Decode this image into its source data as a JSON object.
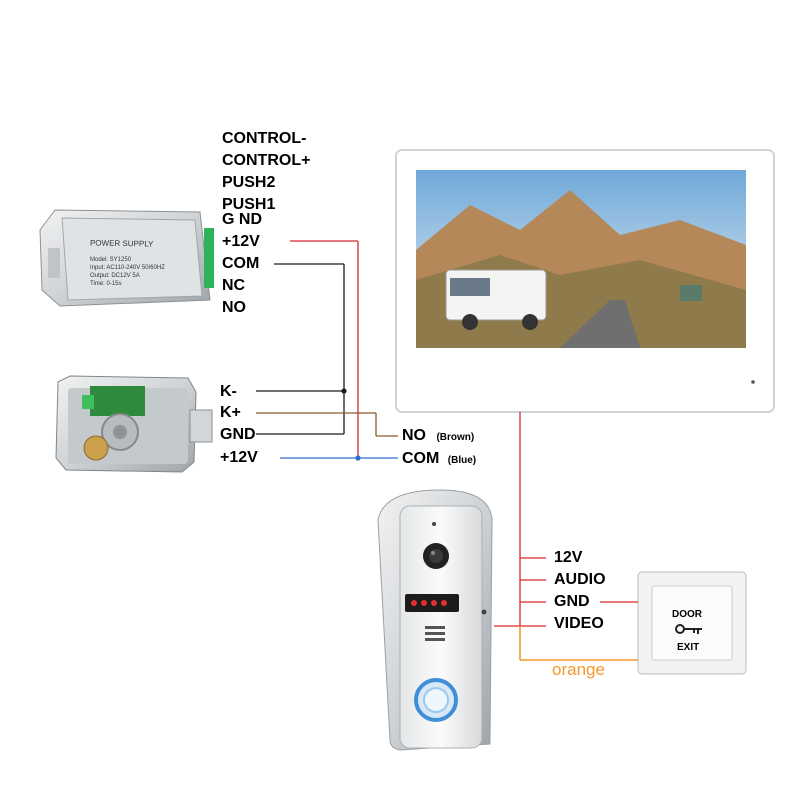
{
  "power_supply": {
    "title": "POWER SUPPLY",
    "model": "Model: SY1250",
    "input": "Input: AC110-240V 50/60HZ",
    "output": "Output: DC12V 5A",
    "time": "Time: 0-15s",
    "terminals": [
      "CONTROL-",
      "CONTROL+",
      "PUSH2",
      "PUSH1",
      "G ND",
      "+12V",
      "COM",
      "NC",
      "NO"
    ]
  },
  "lock": {
    "terminals": [
      "K-",
      "K+",
      "GND",
      "+12V"
    ]
  },
  "monitor_wires": {
    "no": "NO",
    "no_color": "(Brown)",
    "com": "COM",
    "com_color": "(Blue)"
  },
  "doorbell_wires": [
    "12V",
    "AUDIO",
    "GND",
    "VIDEO"
  ],
  "orange_label": "orange",
  "exit_button": {
    "line1": "DOOR",
    "line2": "EXIT"
  },
  "colors": {
    "red": "#d8262b",
    "brown": "#8a5a2b",
    "blue": "#2f6fd1",
    "black": "#1a1a1a",
    "orange": "#f29a2e"
  }
}
